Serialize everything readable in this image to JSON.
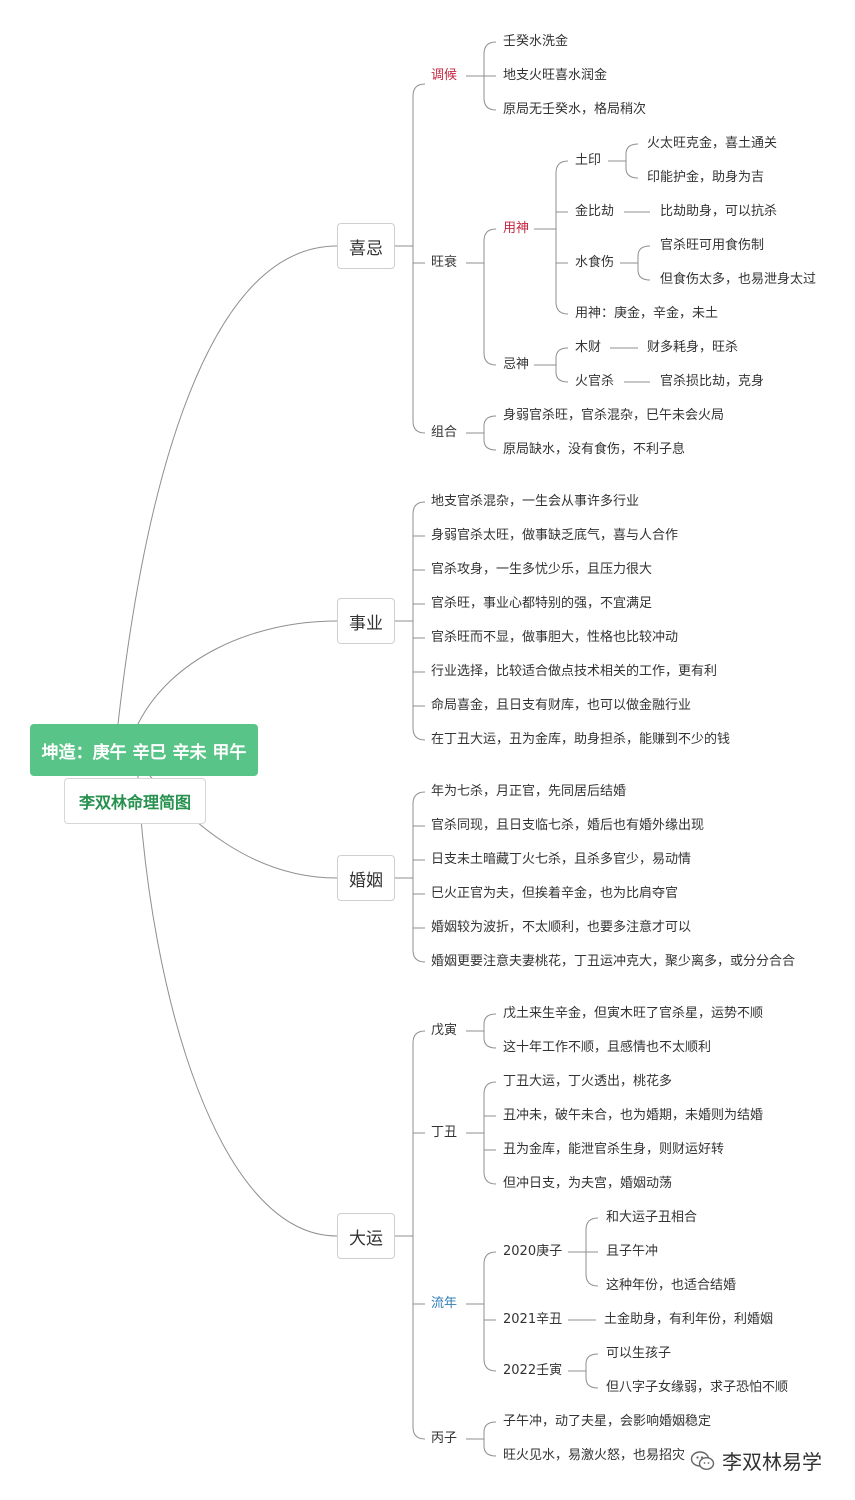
{
  "root": "坤造：庚午 辛巳 辛未 甲午",
  "subtitle": "李双林命理简图",
  "watermark": "李双林易学",
  "xiji": {
    "title": "喜忌",
    "tiaohou": {
      "label": "调候",
      "items": [
        "壬癸水洗金",
        "地支火旺喜水润金",
        "原局无壬癸水，格局稍次"
      ]
    },
    "wangshuai": {
      "label": "旺衰",
      "yongshen": {
        "label": "用神",
        "tuyin": {
          "label": "土印",
          "items": [
            "火太旺克金，喜土通关",
            "印能护金，助身为吉"
          ]
        },
        "jinbijie": {
          "label": "金比劫",
          "item": "比劫助身，可以抗杀"
        },
        "shuishishang": {
          "label": "水食伤",
          "items": [
            "官杀旺可用食伤制",
            "但食伤太多，也易泄身太过"
          ]
        },
        "summary": "用神：庚金，辛金，未土"
      },
      "jishen": {
        "label": "忌神",
        "mucai": {
          "label": "木财",
          "item": "财多耗身，旺杀"
        },
        "huoguansha": {
          "label": "火官杀",
          "item": "官杀损比劫，克身"
        }
      }
    },
    "zuhe": {
      "label": "组合",
      "items": [
        "身弱官杀旺，官杀混杂，巳午未会火局",
        "原局缺水，没有食伤，不利子息"
      ]
    }
  },
  "shiye": {
    "title": "事业",
    "items": [
      "地支官杀混杂，一生会从事许多行业",
      "身弱官杀太旺，做事缺乏底气，喜与人合作",
      "官杀攻身，一生多忧少乐，且压力很大",
      "官杀旺，事业心都特别的强，不宜满足",
      "官杀旺而不显，做事胆大，性格也比较冲动",
      "行业选择，比较适合做点技术相关的工作，更有利",
      "命局喜金，且日支有财库，也可以做金融行业",
      "在丁丑大运，丑为金库，助身担杀，能赚到不少的钱"
    ]
  },
  "hunyin": {
    "title": "婚姻",
    "items": [
      "年为七杀，月正官，先同居后结婚",
      "官杀同现，且日支临七杀，婚后也有婚外缘出现",
      "日支未土暗藏丁火七杀，且杀多官少，易动情",
      "巳火正官为夫，但挨着辛金，也为比肩夺官",
      "婚姻较为波折，不太顺利，也要多注意才可以",
      "婚姻更要注意夫妻桃花，丁丑运冲克大，聚少离多，或分分合合"
    ]
  },
  "dayun": {
    "title": "大运",
    "wuyin": {
      "label": "戊寅",
      "items": [
        "戊土来生辛金，但寅木旺了官杀星，运势不顺",
        "这十年工作不顺，且感情也不太顺利"
      ]
    },
    "dingchou": {
      "label": "丁丑",
      "items": [
        "丁丑大运，丁火透出，桃花多",
        "丑冲未，破午未合，也为婚期，未婚则为结婚",
        "丑为金库，能泄官杀生身，则财运好转",
        "但冲日支，为夫宫，婚姻动荡"
      ]
    },
    "liunian": {
      "label": "流年",
      "y2020": {
        "label": "2020庚子",
        "items": [
          "和大运子丑相合",
          "且子午冲",
          "这种年份，也适合结婚"
        ]
      },
      "y2021": {
        "label": "2021辛丑",
        "item": "土金助身，有利年份，利婚姻"
      },
      "y2022": {
        "label": "2022壬寅",
        "items": [
          "可以生孩子",
          "但八字子女缘弱，求子恐怕不顺"
        ]
      }
    },
    "bingzi": {
      "label": "丙子",
      "items": [
        "子午冲，动了夫星，会影响婚姻稳定",
        "旺火见水，易激火怒，也易招灾"
      ]
    }
  }
}
